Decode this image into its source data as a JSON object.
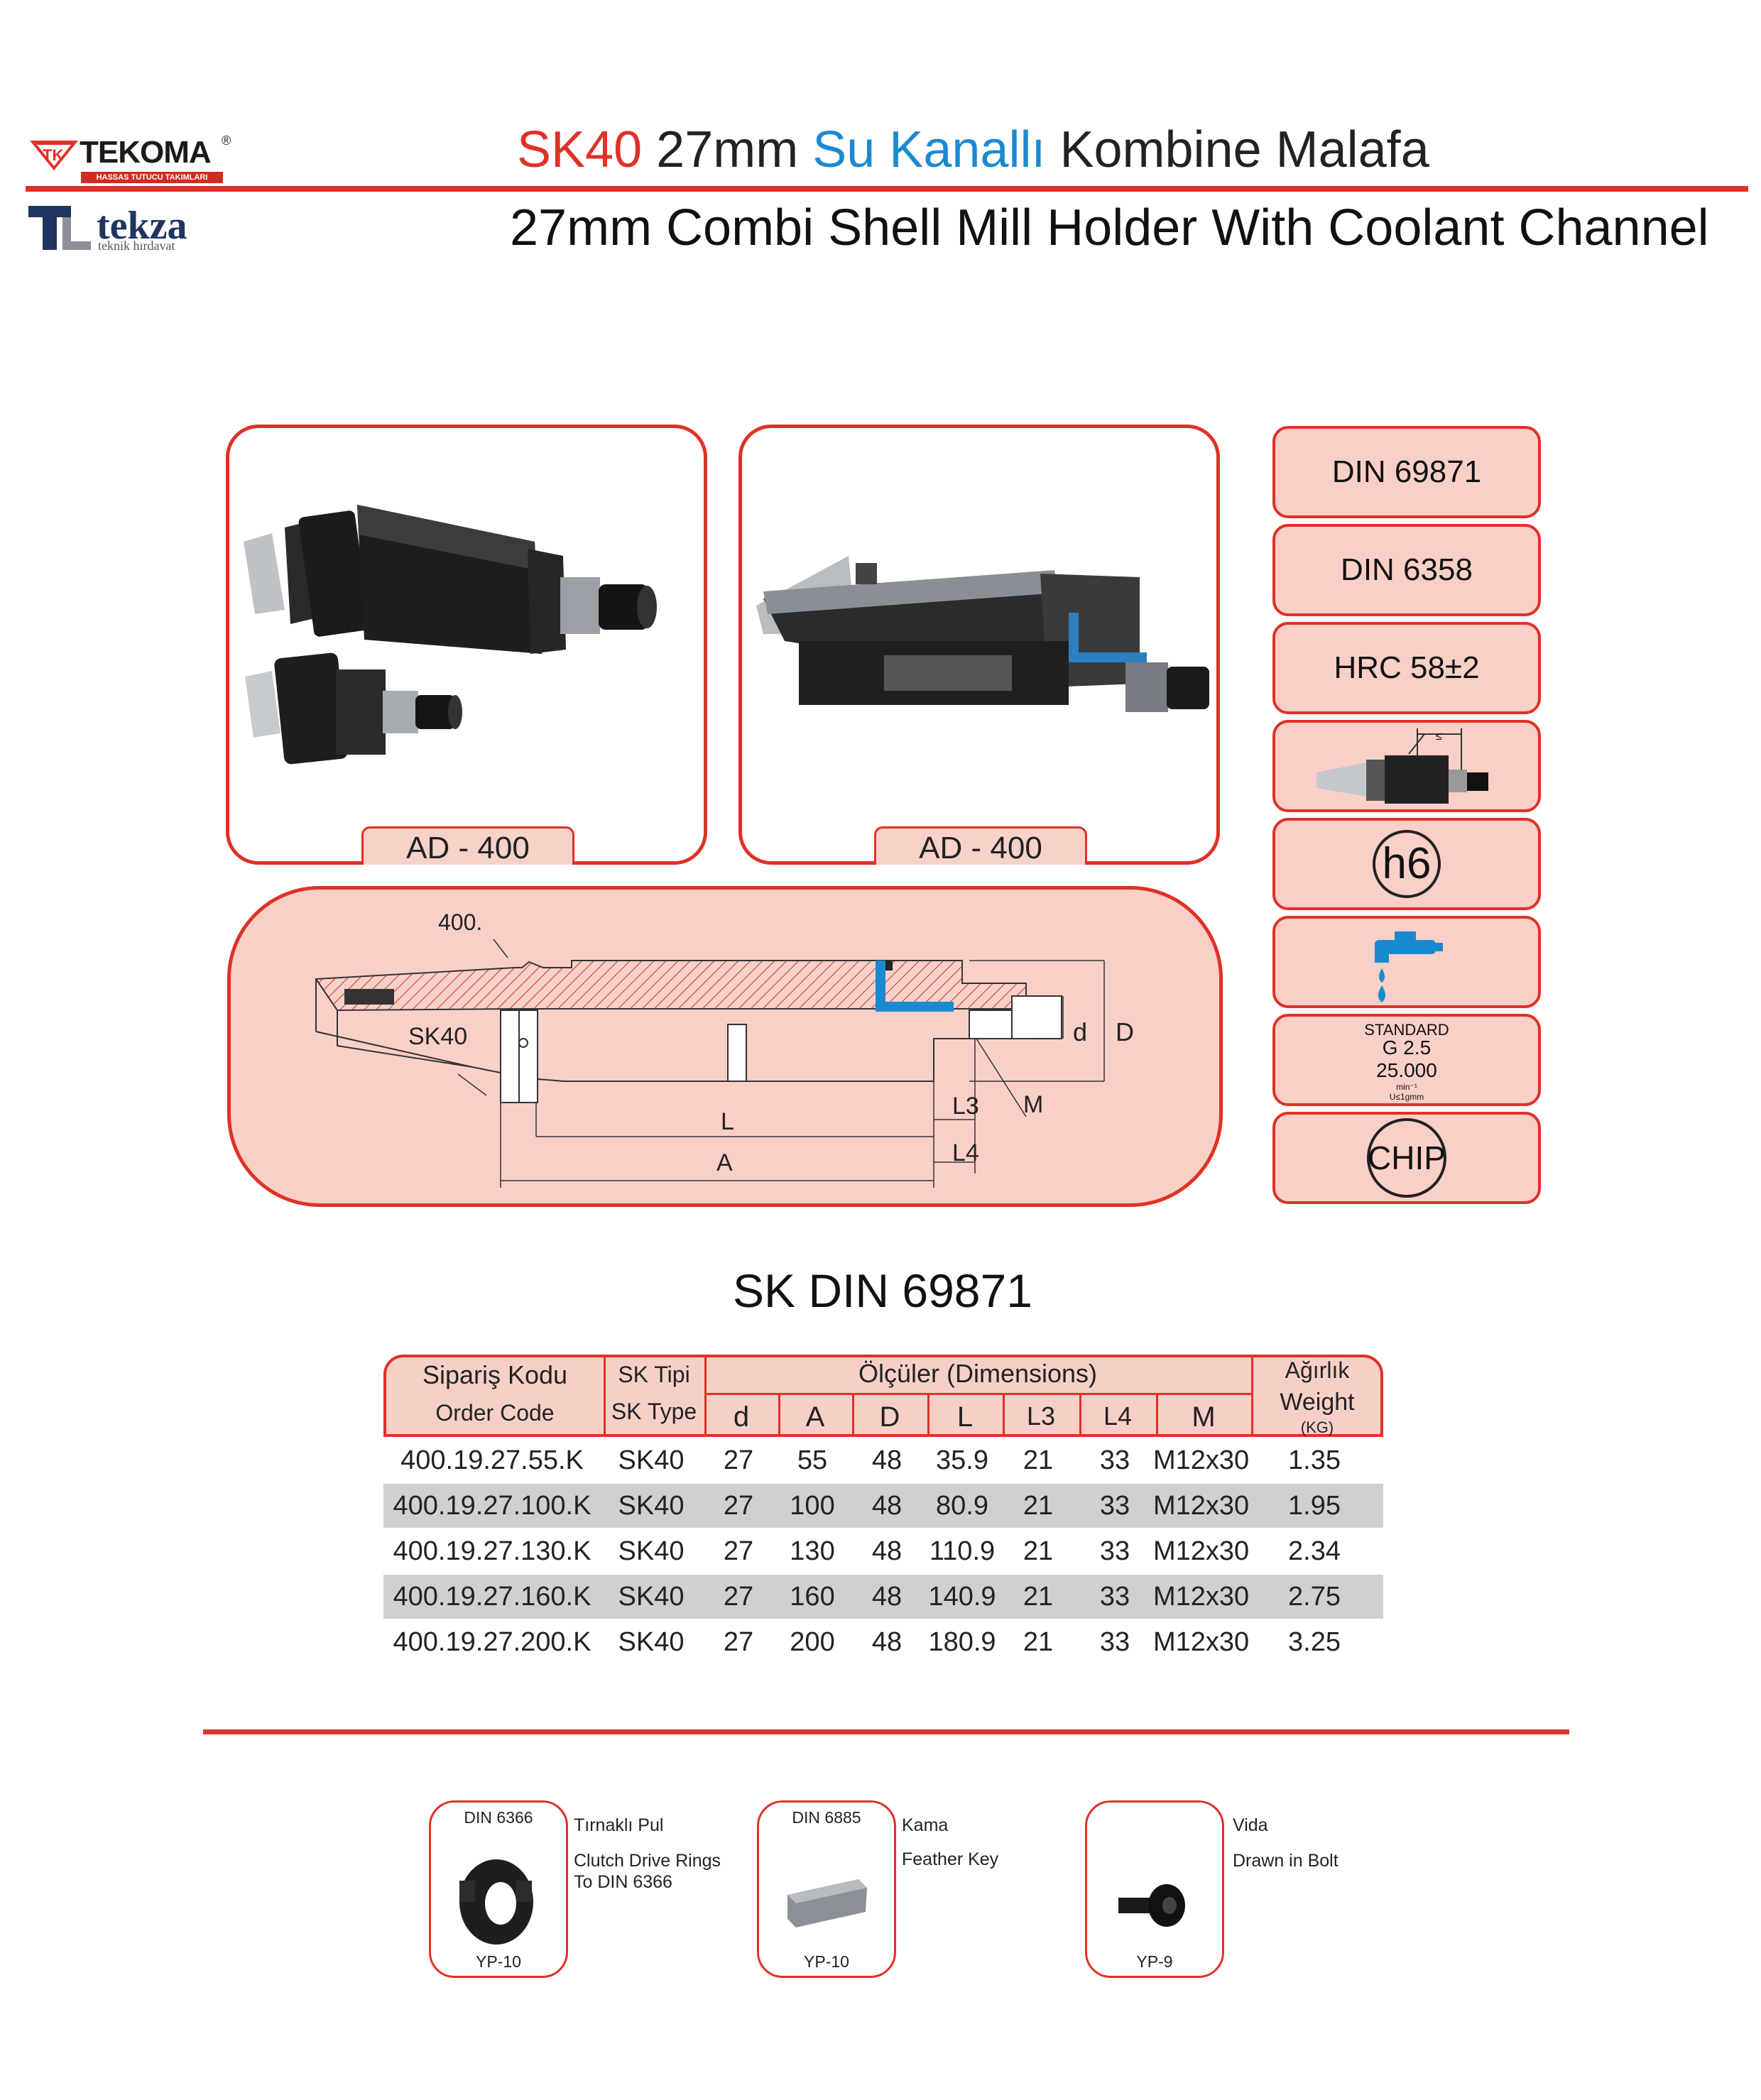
{
  "header": {
    "logo1_brand": "TEKOMA",
    "logo1_reg": "®",
    "logo1_sub": "HASSAS TUTUCU TAKIMLARI",
    "logo2_name": "tekza",
    "logo2_sub": "teknik hırdavat",
    "title_tr_part1": "SK40",
    "title_tr_part2": "27mm",
    "title_tr_part3": "Su Kanallı",
    "title_tr_part4": "Kombine Malafa",
    "title_en": "27mm Combi Shell Mill Holder With Coolant Channel"
  },
  "photos": {
    "left_label": "AD  - 400",
    "right_label": "AD  - 400"
  },
  "badges": {
    "din1": "DIN 69871",
    "din2": "DIN 6358",
    "hrc": "HRC 58±2",
    "h6": "h6",
    "balance_standard": "STANDARD",
    "balance_grade": "G 2.5",
    "balance_rpm": "25.000",
    "balance_unit": "min⁻¹",
    "balance_ust": "U≤1gmm",
    "chip": "CHIP"
  },
  "drawing": {
    "label_400": "400.",
    "label_sk40": "SK40",
    "label_L": "L",
    "label_A": "A",
    "label_L3": "L3",
    "label_L4": "L4",
    "label_M": "M",
    "label_d": "d",
    "label_D": "D"
  },
  "table": {
    "title": "SK DIN 69871",
    "headers": {
      "order_tr": "Sipariş Kodu",
      "order_en": "Order Code",
      "type_tr": "SK Tipi",
      "type_en": "SK Type",
      "dims": "Ölçüler (Dimensions)",
      "d": "d",
      "A": "A",
      "D": "D",
      "L": "L",
      "L3": "L3",
      "L4": "L4",
      "M": "M",
      "weight_tr": "Ağırlık",
      "weight_en": "Weight",
      "weight_unit": "(KG)"
    },
    "rows": [
      {
        "code": "400.19.27.55.K",
        "type": "SK40",
        "d": "27",
        "A": "55",
        "D": "48",
        "L": "35.9",
        "L3": "21",
        "L4": "33",
        "M": "M12x30",
        "kg": "1.35"
      },
      {
        "code": "400.19.27.100.K",
        "type": "SK40",
        "d": "27",
        "A": "100",
        "D": "48",
        "L": "80.9",
        "L3": "21",
        "L4": "33",
        "M": "M12x30",
        "kg": "1.95"
      },
      {
        "code": "400.19.27.130.K",
        "type": "SK40",
        "d": "27",
        "A": "130",
        "D": "48",
        "L": "110.9",
        "L3": "21",
        "L4": "33",
        "M": "M12x30",
        "kg": "2.34"
      },
      {
        "code": "400.19.27.160.K",
        "type": "SK40",
        "d": "27",
        "A": "160",
        "D": "48",
        "L": "140.9",
        "L3": "21",
        "L4": "33",
        "M": "M12x30",
        "kg": "2.75"
      },
      {
        "code": "400.19.27.200.K",
        "type": "SK40",
        "d": "27",
        "A": "200",
        "D": "48",
        "L": "180.9",
        "L3": "21",
        "L4": "33",
        "M": "M12x30",
        "kg": "3.25"
      }
    ]
  },
  "accessories": [
    {
      "din": "DIN 6366",
      "yp": "YP-10",
      "name_tr": "Tırnaklı Pul",
      "name_en1": "Clutch Drive Rings",
      "name_en2": "To DIN 6366"
    },
    {
      "din": "DIN 6885",
      "yp": "YP-10",
      "name_tr": "Kama",
      "name_en1": "Feather Key",
      "name_en2": ""
    },
    {
      "din": "",
      "yp": "YP-9",
      "name_tr": "Vida",
      "name_en1": "Drawn in Bolt",
      "name_en2": ""
    }
  ],
  "colors": {
    "accent_red": "#e03127",
    "accent_blue": "#1a8ad0",
    "panel_pink": "#f9d0c7",
    "row_gray": "#d0d0d2"
  }
}
